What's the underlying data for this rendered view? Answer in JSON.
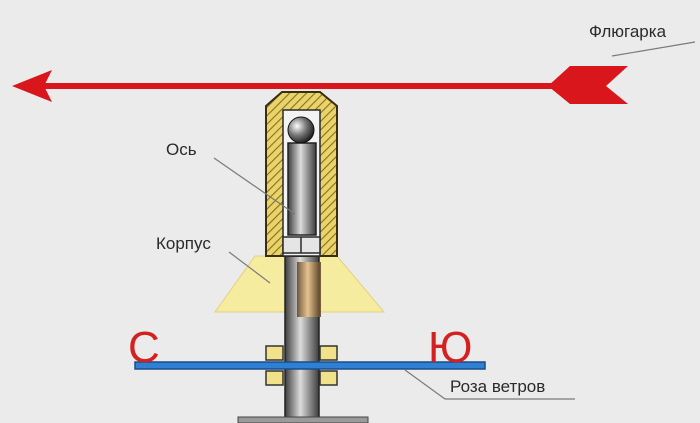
{
  "labels": {
    "vane": "Флюгарка",
    "axis": "Ось",
    "body": "Корпус",
    "wind_rose": "Роза ветров",
    "north": "С",
    "south": "Ю"
  },
  "colors": {
    "vane_red": "#d9161c",
    "body_brown": "#6e5a2a",
    "hatch_yellow": "#e8d46a",
    "cone_yellow": "#f6eca0",
    "rose_blue": "#2f7fd3",
    "direction_red": "#d42020",
    "leader": "#7a7a7a"
  }
}
